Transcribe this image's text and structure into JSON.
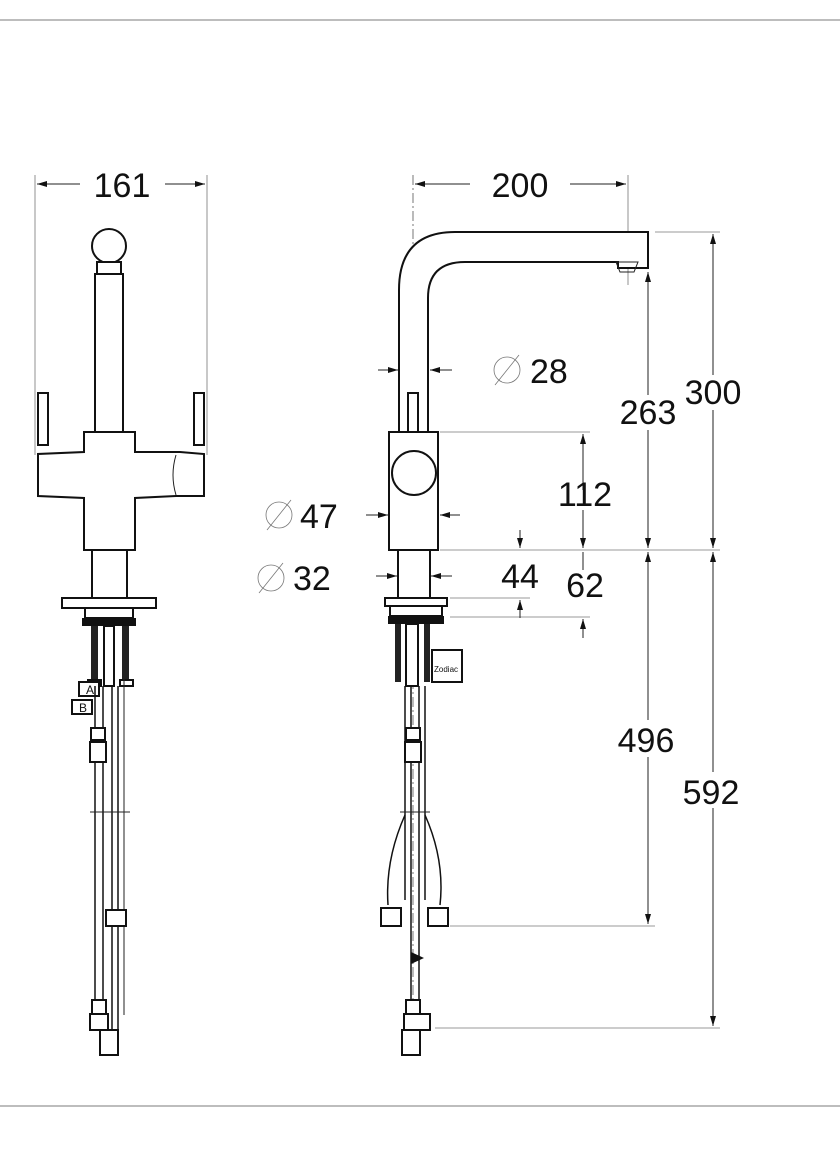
{
  "dimensions": {
    "width_front": "161",
    "reach": "200",
    "spout_diameter": "28",
    "height_total": "300",
    "height_spout": "263",
    "body_height": "112",
    "body_diameter": "47",
    "base_diameter": "32",
    "base_height_1": "44",
    "base_height_2": "62",
    "hose_length_1": "496",
    "hose_length_2": "592"
  },
  "labels": {
    "hose_a": "A",
    "hose_b": "B",
    "brand": "Zodiac"
  },
  "symbols": {
    "diameter": "diameter-symbol"
  }
}
